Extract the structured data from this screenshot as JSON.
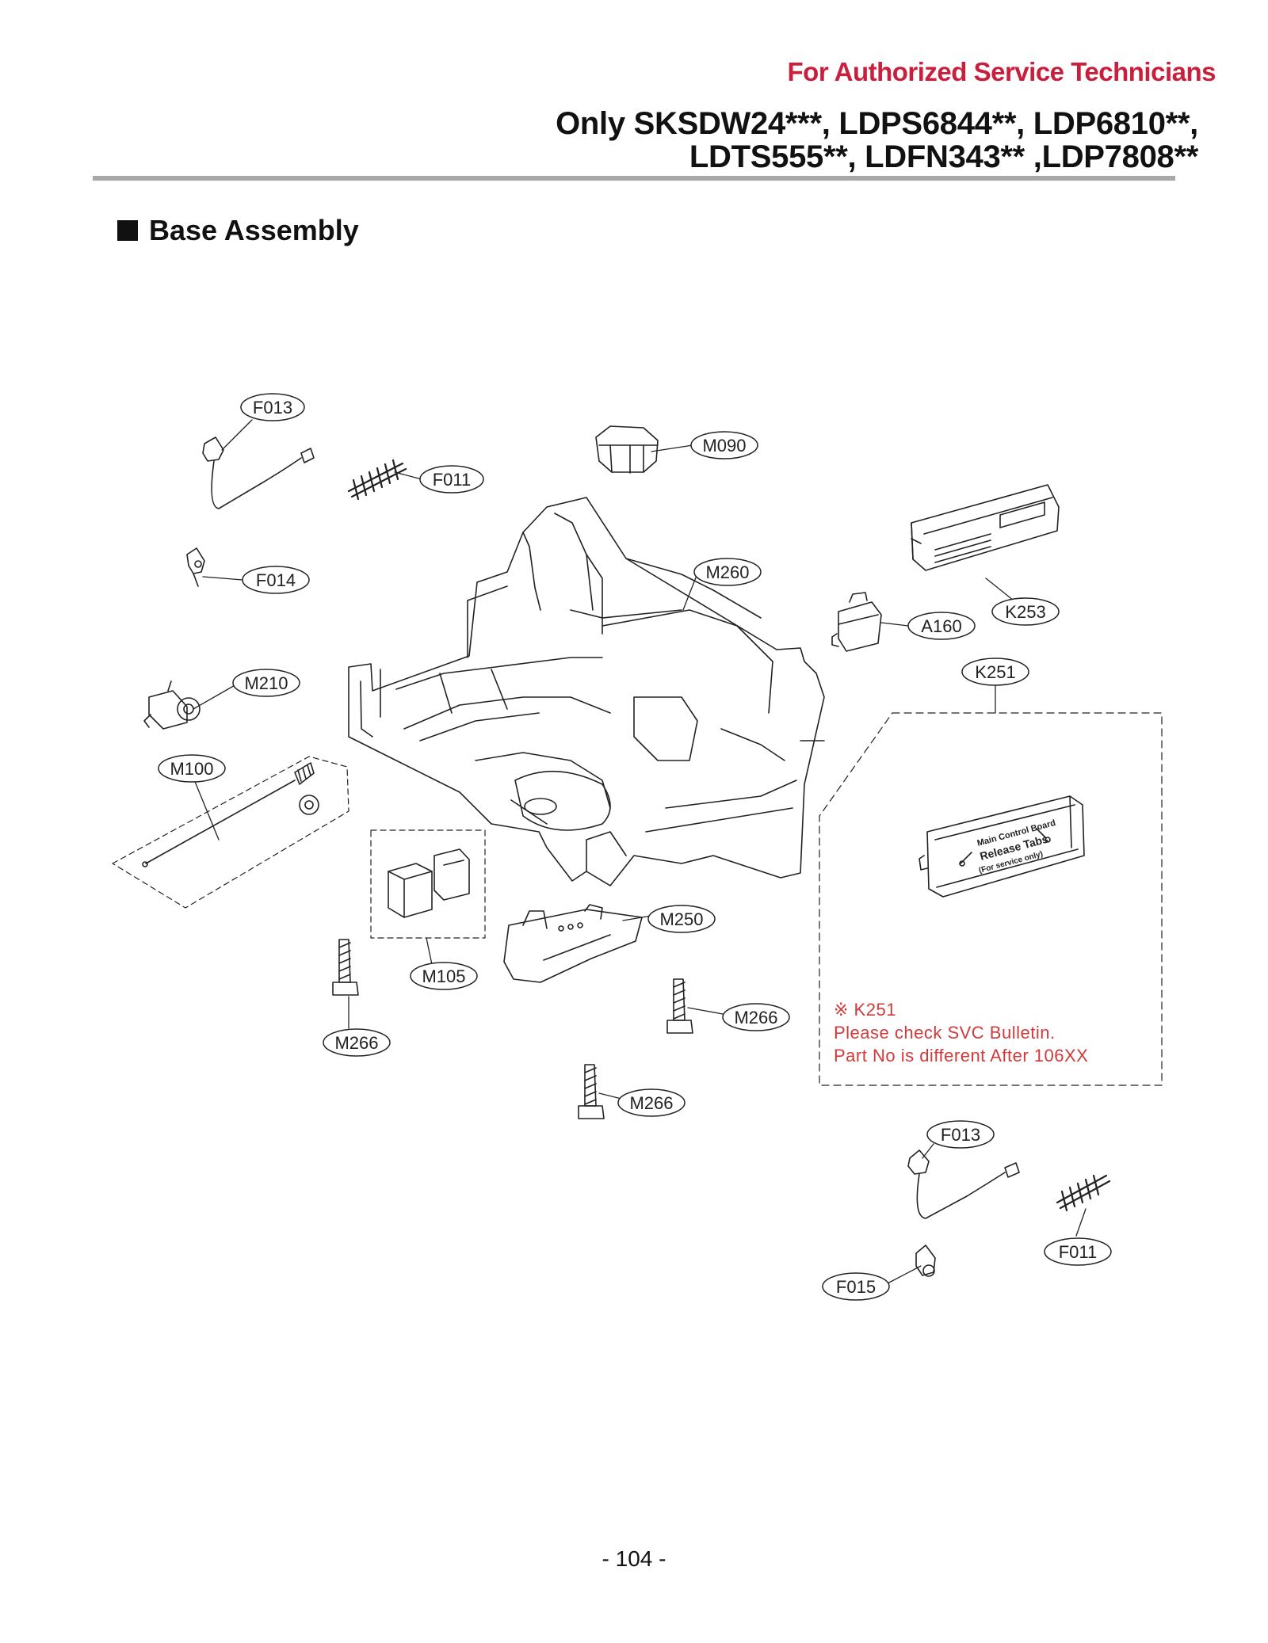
{
  "header": {
    "tag": "For Authorized Service Technicians",
    "models_line1": "Only SKSDW24***, LDPS6844**, LDP6810**,",
    "models_line2": "LDTS555**, LDFN343** ,LDP7808**"
  },
  "section": {
    "title": "Base Assembly"
  },
  "callouts": {
    "f013_top": "F013",
    "f011_top": "F011",
    "m090": "M090",
    "f014": "F014",
    "m260": "M260",
    "k253": "K253",
    "a160": "A160",
    "k251": "K251",
    "m210": "M210",
    "m100": "M100",
    "m250": "M250",
    "m105": "M105",
    "m266_left": "M266",
    "m266_mid": "M266",
    "m266_bottom": "M266",
    "f013_bottom": "F013",
    "f011_bottom": "F011",
    "f015": "F015"
  },
  "board_labels": {
    "line1": "Main Control Board",
    "line2": "Release Tabs",
    "line3": "(For service only)"
  },
  "note": {
    "line1": "※ K251",
    "line2": "Please check SVC Bulletin.",
    "line3": "Part No is different After 106XX"
  },
  "footer": {
    "page_number": "- 104 -"
  },
  "colors": {
    "accent": "#c8203c",
    "note": "#d23a3a",
    "line": "#222222",
    "rule": "#a8a8a8"
  }
}
